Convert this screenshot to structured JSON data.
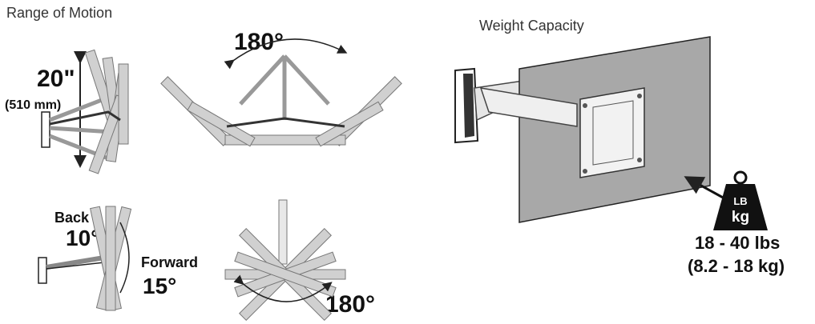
{
  "range_of_motion": {
    "title": "Range of Motion",
    "vertical": {
      "value": "20\"",
      "metric": "(510 mm)"
    },
    "swivel_top": {
      "value": "180°"
    },
    "tilt": {
      "back_label": "Back",
      "back_value": "10°",
      "forward_label": "Forward",
      "forward_value": "15°"
    },
    "swivel_bottom": {
      "value": "180°"
    }
  },
  "weight_capacity": {
    "title": "Weight Capacity",
    "weight_icon": {
      "icon": "weight-icon",
      "top_label": "LB",
      "bottom_label": "kg"
    },
    "range_lbs": "18 - 40 lbs",
    "range_kg": "(8.2 - 18 kg)"
  },
  "colors": {
    "panel": "#a8a8a8",
    "line": "#222222",
    "ghost": "#cfcfcf"
  }
}
